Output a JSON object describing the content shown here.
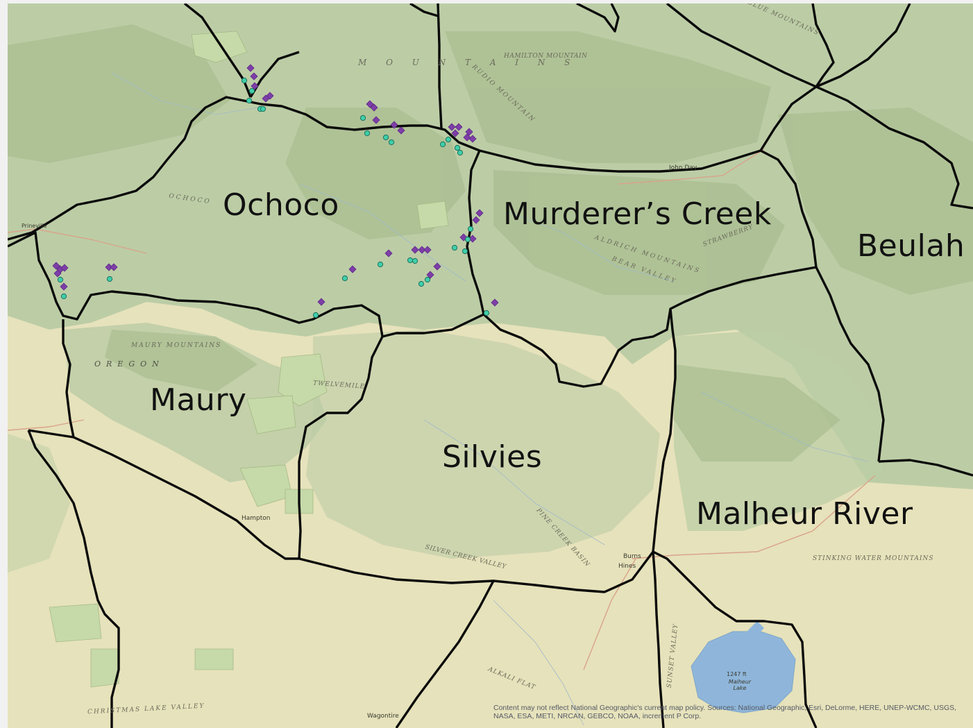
{
  "map": {
    "region_labels": {
      "ochoco": "Ochoco",
      "murderers_creek": "Murderer’s Creek",
      "beulah": "Beulah",
      "maury": "Maury",
      "silvies": "Silvies",
      "malheur_river": "Malheur River"
    },
    "feature_labels": {
      "maury_mountains": "MAURY MOUNTAINS",
      "oregon": "OREGON",
      "twelvemile": "TWELVEMILE",
      "aldrich_mountains": "ALDRICH MOUNTAINS",
      "bear_valley": "BEAR VALLEY",
      "stinking_water_mountains": "STINKING WATER MOUNTAINS",
      "silver_creek_valley": "SILVER CREEK VALLEY",
      "christmas_lake_valley": "CHRISTMAS LAKE VALLEY",
      "hamilton_mountain": "HAMILTON MOUNTAIN",
      "ochoco_mts": "OCHOCO",
      "alkali_flat": "ALKALI FLAT",
      "sunset_valley": "SUNSET VALLEY",
      "blue_mountains": "BLUE MOUNTAINS",
      "mountains": "M O U N T A I N S",
      "strawberry": "STRAWBERRY",
      "pine_creek_basin": "PINE CREEK BASIN",
      "rudio_mountain": "RUDIO MOUNTAIN"
    },
    "place_labels": {
      "prineville": "Prineville",
      "hampton": "Hampton",
      "burns": "Burns",
      "hines": "Hines",
      "john_day": "John Day",
      "wagontire": "Wagontire",
      "malheur_lake": "Malheur Lake",
      "lake_elevation": "1247 ft"
    },
    "attribution": "Content may not reflect National Geographic's current map policy. Sources: National Geographic, Esri, DeLorme, HERE, UNEP-WCMC, USGS, NASA, ESA, METI, NRCAN, GEBCO, NOAA, increment P Corp.",
    "colors": {
      "terrain_base": "#e6e2bb",
      "forest": "#bccda6",
      "boundary": "#0a0a0a",
      "lake": "#8fb6da",
      "marker_purple": "#7d3ea8",
      "marker_teal": "#3fcfaa",
      "road": "#d9a38a"
    },
    "legend_symbols": {
      "purple_marker": "diamond",
      "teal_marker": "circle"
    }
  }
}
